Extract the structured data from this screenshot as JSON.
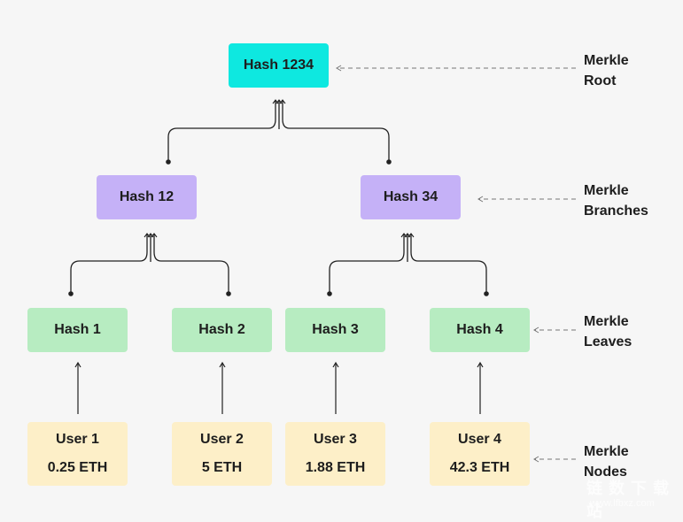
{
  "nodes": {
    "root": {
      "label": "Hash 1234"
    },
    "hash12": {
      "label": "Hash 12"
    },
    "hash34": {
      "label": "Hash 34"
    },
    "hash1": {
      "label": "Hash 1"
    },
    "hash2": {
      "label": "Hash 2"
    },
    "hash3": {
      "label": "Hash 3"
    },
    "hash4": {
      "label": "Hash 4"
    },
    "user1": {
      "name": "User 1",
      "amount": "0.25 ETH"
    },
    "user2": {
      "name": "User 2",
      "amount": "5 ETH"
    },
    "user3": {
      "name": "User 3",
      "amount": "1.88 ETH"
    },
    "user4": {
      "name": "User 4",
      "amount": "42.3 ETH"
    }
  },
  "labels": {
    "root": [
      "Merkle",
      "Root"
    ],
    "branches": [
      "Merkle",
      "Branches"
    ],
    "leaves": [
      "Merkle",
      "Leaves"
    ],
    "nodes": [
      "Merkle",
      "Nodes"
    ]
  },
  "watermark": {
    "text": "链 数 下 载 站",
    "sub": "www.lfbxz.com"
  },
  "colors": {
    "root": "#0ee8e0",
    "branch": "#c5b1f7",
    "leaf": "#b7ecc1",
    "user": "#fdefc8",
    "line": "#222222",
    "dashed": "#777777"
  }
}
